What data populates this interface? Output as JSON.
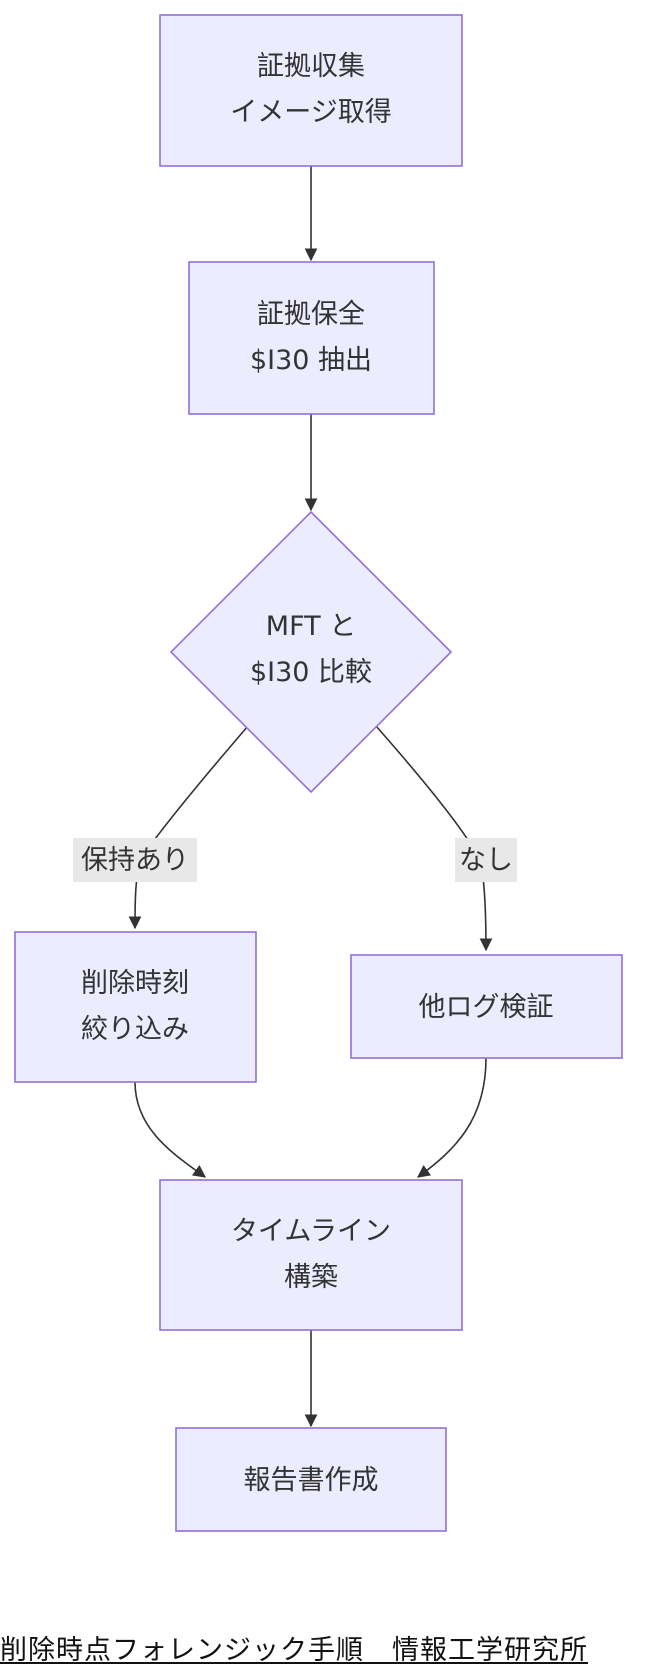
{
  "nodes": {
    "evidence_collection": {
      "line1": "証拠収集",
      "line2": "イメージ取得"
    },
    "evidence_preservation": {
      "line1": "証拠保全",
      "line2": "$I30 抽出"
    },
    "compare": {
      "line1": "MFT と",
      "line2": "$I30 比較"
    },
    "narrow_deletion_time": {
      "line1": "削除時刻",
      "line2": "絞り込み"
    },
    "verify_other_logs": {
      "line1": "他ログ検証"
    },
    "build_timeline": {
      "line1": "タイムライン",
      "line2": "構築"
    },
    "create_report": {
      "line1": "報告書作成"
    }
  },
  "edge_labels": {
    "retained": "保持あり",
    "none": "なし"
  },
  "footer": {
    "title": "削除時点フォレンジック手順",
    "org": "情報工学研究所"
  },
  "colors": {
    "node_fill": "#ececff",
    "node_stroke": "#9370db",
    "edge": "#333333",
    "label_bg": "#e8e8e8"
  }
}
